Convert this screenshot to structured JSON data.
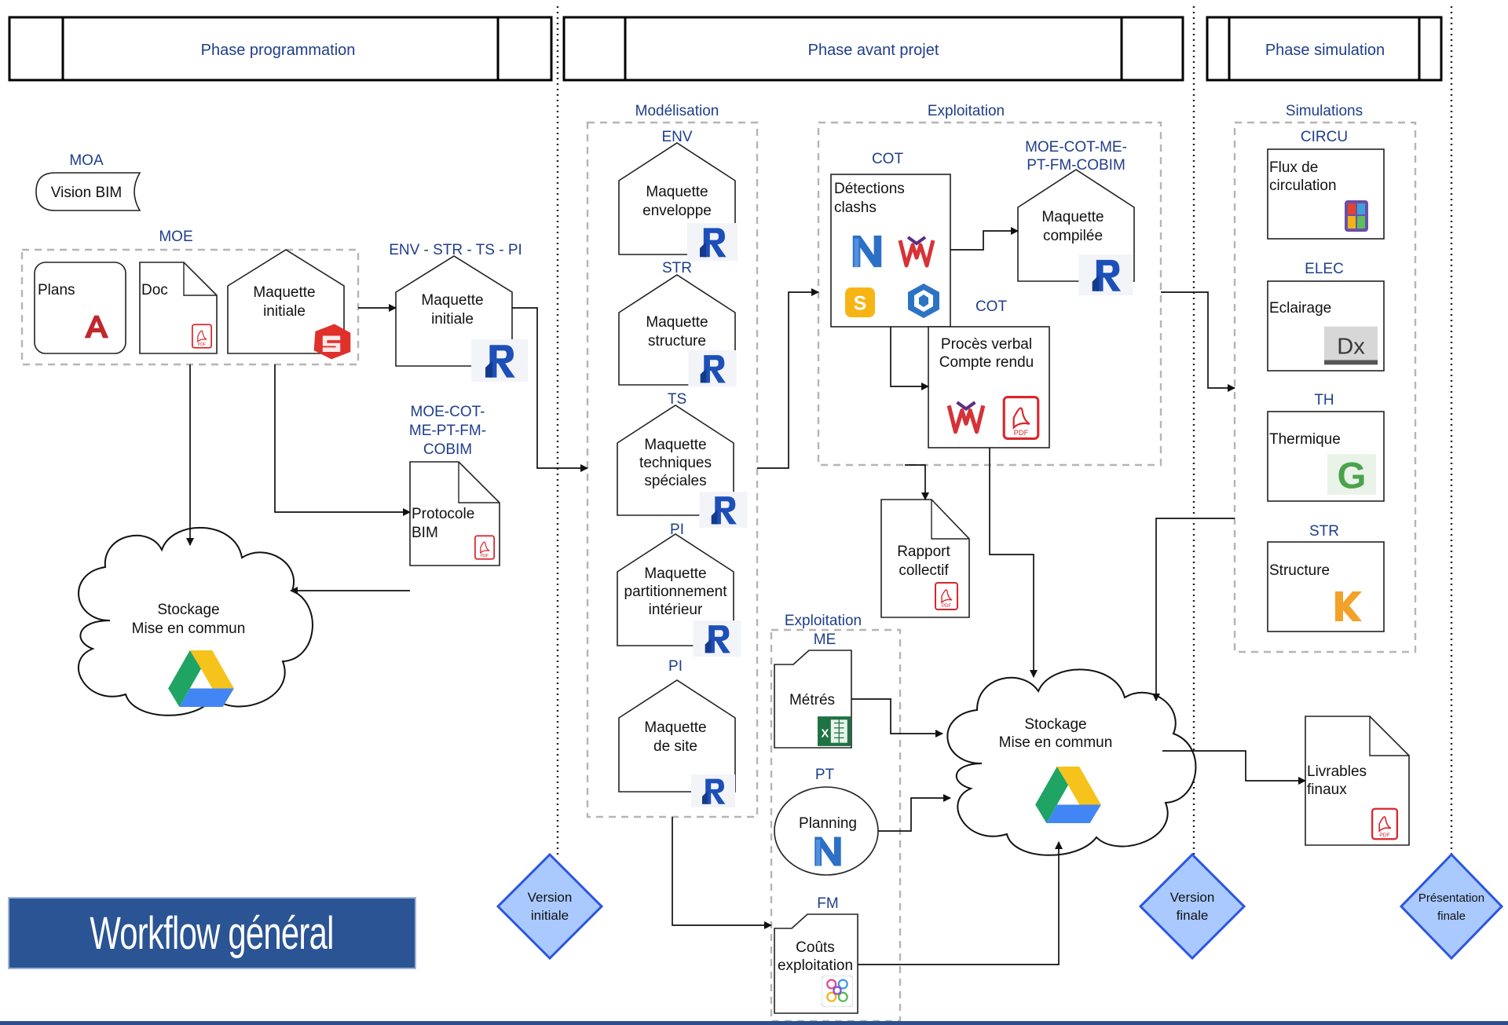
{
  "phases": {
    "programmation": "Phase programmation",
    "avant_projet": "Phase avant projet",
    "simulation": "Phase simulation"
  },
  "title": "Workflow général",
  "milestones": {
    "initiale": [
      "Version",
      "initiale"
    ],
    "finale": [
      "Version",
      "finale"
    ],
    "presentation": [
      "Présentation",
      "finale"
    ]
  },
  "programmation": {
    "moa_label": "MOA",
    "vision": "Vision BIM",
    "moe_label": "MOE",
    "plans": "Plans",
    "doc": "Doc",
    "maquette_initiale": [
      "Maquette",
      "initiale"
    ],
    "env_label": "ENV -  STR -  TS - PI",
    "maquette_initiale_revit": [
      "Maquette",
      "initiale"
    ],
    "protocole_label": [
      "MOE-COT-",
      "ME-PT-FM-",
      "COBIM"
    ],
    "protocole": [
      "Protocole",
      "BIM"
    ],
    "stockage": [
      "Stockage",
      "Mise en commun"
    ]
  },
  "avant_projet": {
    "modelisation_label": "Modélisation",
    "env": "ENV",
    "maquette_enveloppe": [
      "Maquette",
      "enveloppe"
    ],
    "str": "STR",
    "maquette_structure": [
      "Maquette",
      "structure"
    ],
    "ts": "TS",
    "maquette_ts": [
      "Maquette",
      "techniques",
      "spéciales"
    ],
    "pi": "PI",
    "maquette_pi": [
      "Maquette",
      "partitionnement",
      "intérieur"
    ],
    "pi2": "PI",
    "maquette_site": [
      "Maquette",
      "de site"
    ],
    "exploitation_label": "Exploitation",
    "cot": "COT",
    "detections": [
      "Détections",
      "clashs"
    ],
    "compilee_label": [
      "MOE-COT-ME-",
      "PT-FM-COBIM"
    ],
    "maquette_compilee": [
      "Maquette",
      "compilée"
    ],
    "cot2": "COT",
    "proces_verbal": [
      "Procès verbal",
      "Compte rendu"
    ],
    "rapport": [
      "Rapport",
      "collectif"
    ],
    "exploitation2_label": "Exploitation",
    "me": "ME",
    "metres": "Métrés",
    "pt": "PT",
    "planning": "Planning",
    "fm": "FM",
    "couts": [
      "Coûts",
      "exploitation"
    ],
    "stockage": [
      "Stockage",
      "Mise en commun"
    ],
    "livrables": [
      "Livrables",
      "finaux"
    ]
  },
  "simulation": {
    "simulations_label": "Simulations",
    "circu": "CIRCU",
    "flux": [
      "Flux de",
      "circulation"
    ],
    "elec": "ELEC",
    "eclairage": "Eclairage",
    "th": "TH",
    "thermique": "Thermique",
    "str": "STR",
    "structure": "Structure"
  },
  "icons": {
    "autocad": "autocad-icon",
    "pdf": "pdf-icon",
    "sketchup": "sketchup-icon",
    "revit": "revit-icon",
    "google_drive": "google-drive-icon",
    "navisworks": "navisworks-icon",
    "solibri": "solibri-icon",
    "bimcollab": "bimcollab-icon",
    "excel": "excel-icon",
    "dialux": "dialux-icon",
    "graitec": "graitec-icon",
    "mindmap": "mindmap-icon"
  },
  "colors": {
    "label_blue": "#1f3e8a",
    "title_bg": "#2a5494",
    "milestone_fill": "#a9c9ff",
    "milestone_stroke": "#2c55e0"
  }
}
